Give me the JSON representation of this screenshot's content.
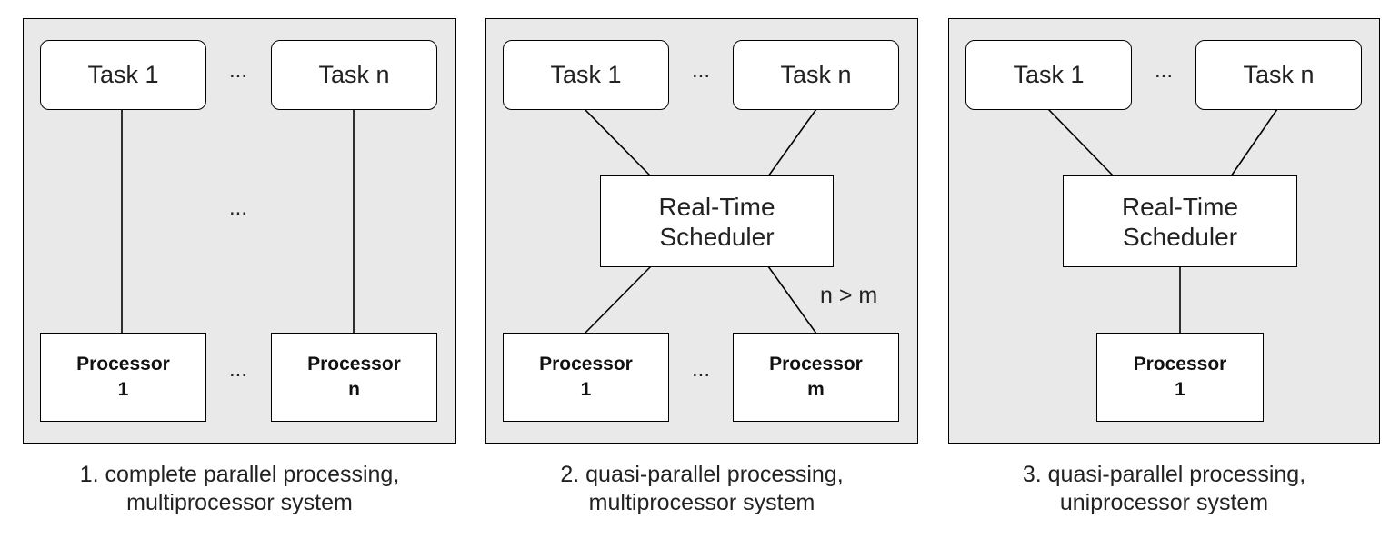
{
  "panels": [
    {
      "task_first": "Task 1",
      "task_last": "Task n",
      "task_dots": "...",
      "middle_dots": "...",
      "processor_first": [
        "Processor",
        "1"
      ],
      "processor_last": [
        "Processor",
        "n"
      ],
      "processor_dots": "...",
      "caption": [
        "1. complete parallel processing,",
        "multiprocessor system"
      ]
    },
    {
      "task_first": "Task 1",
      "task_last": "Task n",
      "task_dots": "...",
      "scheduler": [
        "Real-Time",
        "Scheduler"
      ],
      "condition": "n > m",
      "processor_first": [
        "Processor",
        "1"
      ],
      "processor_last": [
        "Processor",
        "m"
      ],
      "processor_dots": "...",
      "caption": [
        "2. quasi-parallel processing,",
        "multiprocessor system"
      ]
    },
    {
      "task_first": "Task 1",
      "task_last": "Task n",
      "task_dots": "...",
      "scheduler": [
        "Real-Time",
        "Scheduler"
      ],
      "processor_first": [
        "Processor",
        "1"
      ],
      "caption": [
        "3. quasi-parallel processing,",
        "uniprocessor system"
      ]
    }
  ]
}
